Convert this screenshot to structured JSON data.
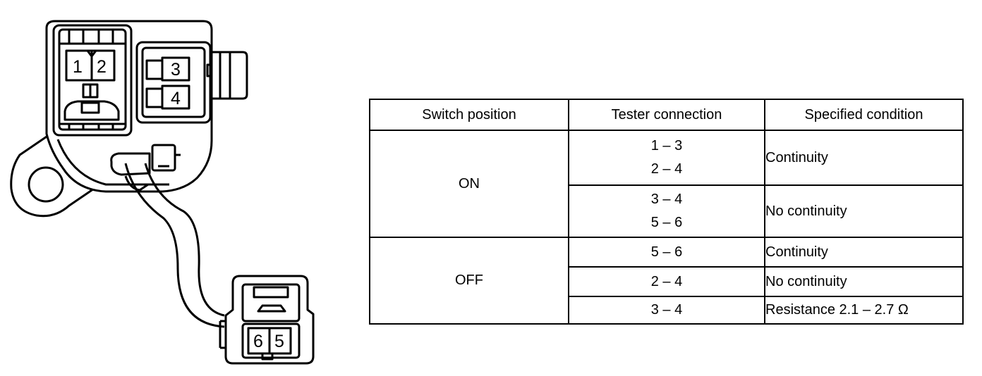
{
  "connectors": {
    "main": {
      "pins": [
        "1",
        "2",
        "3",
        "4"
      ]
    },
    "sub": {
      "pins": [
        "6",
        "5"
      ]
    }
  },
  "table": {
    "headers": [
      "Switch position",
      "Tester connection",
      "Specified condition"
    ],
    "rows": [
      {
        "position": "ON",
        "connection": [
          "1 – 3",
          "2 – 4"
        ],
        "condition": "Continuity"
      },
      {
        "position": "ON",
        "connection": [
          "3 – 4",
          "5 – 6"
        ],
        "condition": "No continuity"
      },
      {
        "position": "OFF",
        "connection": [
          "5 – 6"
        ],
        "condition": "Continuity"
      },
      {
        "position": "OFF",
        "connection": [
          "2 – 4"
        ],
        "condition": "No continuity"
      },
      {
        "position": "OFF",
        "connection": [
          "3 – 4"
        ],
        "condition": "Resistance 2.1 – 2.7 Ω"
      }
    ]
  }
}
